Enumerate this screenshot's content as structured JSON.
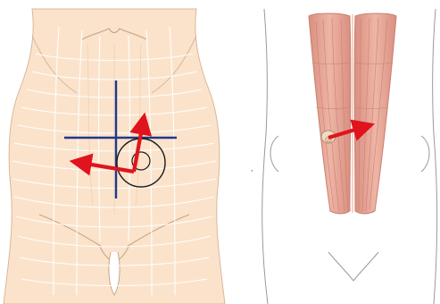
{
  "colors": {
    "skin": "#fbe3cb",
    "skin_outline": "#d9b79a",
    "skin_lines": "#ffffff",
    "crosshair": "#1f3a8a",
    "arrow": "#e0141d",
    "circle": "#1a1a1a",
    "muscle": "#e8a89a",
    "muscle_dark": "#c97e70",
    "line_art": "#8a8a8a",
    "umbilicus": "#f2dcbf"
  },
  "panels": [
    {
      "icon": "abdomen-skin-lines-icon",
      "markers": [
        "vertical-crosshair-line",
        "horizontal-crosshair-line",
        "umbilical-circle",
        "arrow-left",
        "arrow-up"
      ]
    },
    {
      "icon": "rectus-abdominis-muscle-icon",
      "markers": [
        "arrow-right"
      ]
    }
  ]
}
